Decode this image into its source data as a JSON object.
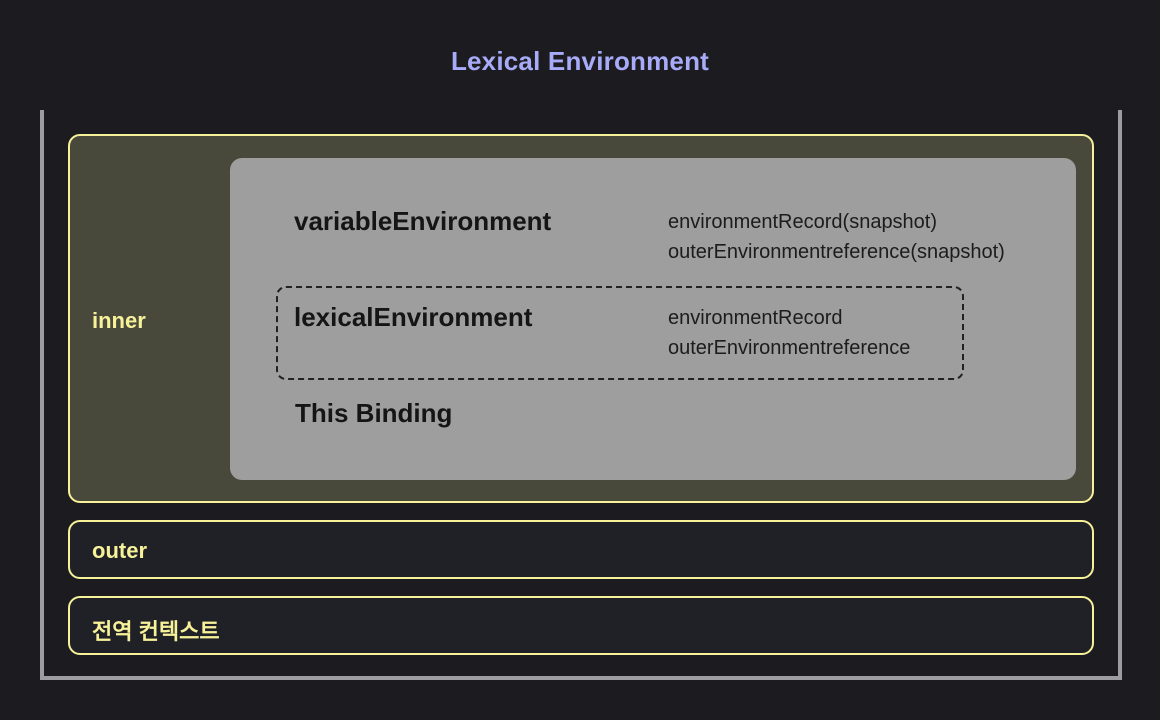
{
  "title": "Lexical Environment",
  "colors": {
    "background": "#1b1b20",
    "title": "#a7abf8",
    "context_border": "#f7f19a",
    "inner_fill": "#48493b",
    "panel_fill": "#9e9e9e",
    "stack_border": "#9c9ca1"
  },
  "contexts": {
    "inner": {
      "label": "inner",
      "components": {
        "variable_environment": {
          "name": "variableEnvironment",
          "fields": [
            "environmentRecord(snapshot)",
            "outerEnvironmentreference(snapshot)"
          ]
        },
        "lexical_environment": {
          "name": "lexicalEnvironment",
          "fields": [
            "environmentRecord",
            "outerEnvironmentreference"
          ]
        },
        "this_binding": {
          "name": "This Binding"
        }
      }
    },
    "outer": {
      "label": "outer"
    },
    "global": {
      "label": "전역 컨텍스트"
    }
  }
}
